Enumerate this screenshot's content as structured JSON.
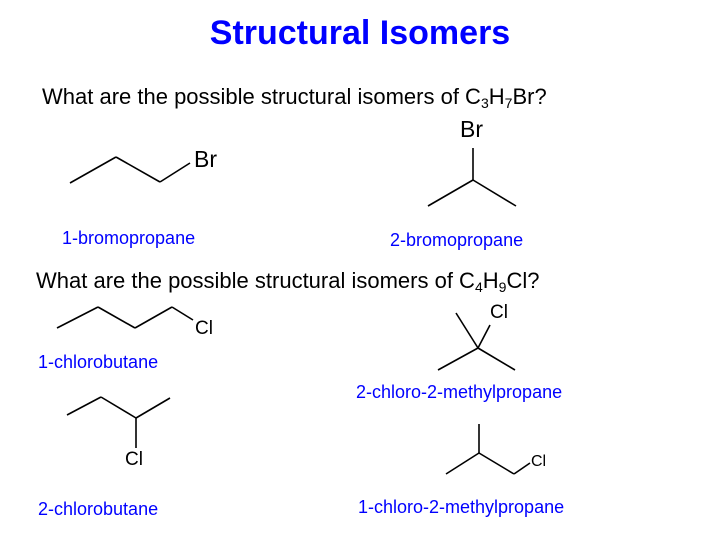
{
  "title": "Structural Isomers",
  "questions": [
    {
      "prefix": "What are the possible structural isomers of C",
      "sub1": "3",
      "mid": "H",
      "sub2": "7",
      "suffix": "Br?"
    },
    {
      "prefix": "What are the possible structural isomers of C",
      "sub1": "4",
      "mid": "H",
      "sub2": "9",
      "suffix": "Cl?"
    }
  ],
  "atoms": {
    "br": "Br",
    "cl": "Cl"
  },
  "names": {
    "bromopropane_1": "1-bromopropane",
    "bromopropane_2": "2-bromopropane",
    "chlorobutane_1": "1-chlorobutane",
    "chloro_methylpropane_2_2": "2-chloro-2-methylpropane",
    "chlorobutane_2": "2-chlorobutane",
    "chloro_methylpropane_1_2": "1-chloro-2-methylpropane"
  }
}
